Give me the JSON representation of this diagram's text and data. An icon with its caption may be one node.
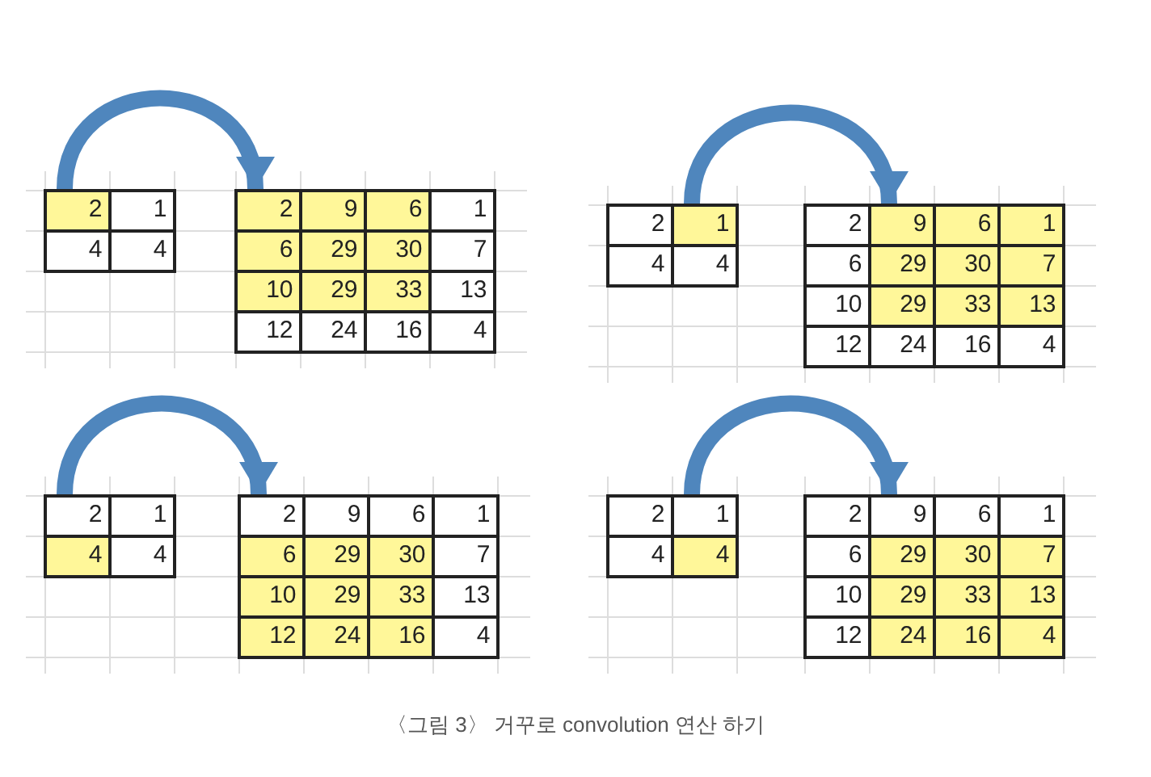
{
  "diagram": {
    "caption": "〈그림 3〉 거꾸로 convolution 연산 하기",
    "nodes": [
      {
        "text": [],
        "shape": "box"
      },
      {
        "text": [
          "2"
        ],
        "in": 0
      },
      {
        "text": [
          "1"
        ],
        "in": 0
      },
      {
        "text": [
          "4"
        ],
        "in": 0
      },
      {
        "text": [
          "4"
        ],
        "in": 0
      },
      {
        "text": [],
        "shape": "box"
      },
      {
        "text": [
          "2"
        ],
        "in": 5
      },
      {
        "text": [
          "9"
        ],
        "in": 5
      },
      {
        "text": [
          "6"
        ],
        "in": 5
      },
      {
        "text": [
          "1"
        ],
        "in": 5
      },
      {
        "text": [
          "6"
        ],
        "in": 5
      },
      {
        "text": [
          "29"
        ],
        "in": 5
      },
      {
        "text": [
          "30"
        ],
        "in": 5
      },
      {
        "text": [
          "7"
        ],
        "in": 5
      },
      {
        "text": [
          "10"
        ],
        "in": 5
      },
      {
        "text": [
          "29"
        ],
        "in": 5
      },
      {
        "text": [
          "33"
        ],
        "in": 5
      },
      {
        "text": [
          "13"
        ],
        "in": 5
      },
      {
        "text": [
          "12"
        ],
        "in": 5
      },
      {
        "text": [
          "24"
        ],
        "in": 5
      },
      {
        "text": [
          "16"
        ],
        "in": 5
      },
      {
        "text": [
          "4"
        ],
        "in": 5
      },
      {
        "text": [],
        "shape": "box"
      },
      {
        "text": [
          "2"
        ],
        "in": 22
      },
      {
        "text": [
          "1"
        ],
        "in": 22
      },
      {
        "text": [
          "4"
        ],
        "in": 22
      },
      {
        "text": [
          "4"
        ],
        "in": 22
      },
      {
        "text": [],
        "shape": "box"
      },
      {
        "text": [
          "2"
        ],
        "in": 27
      },
      {
        "text": [
          "9"
        ],
        "in": 27
      },
      {
        "text": [
          "6"
        ],
        "in": 27
      },
      {
        "text": [
          "1"
        ],
        "in": 27
      },
      {
        "text": [
          "6"
        ],
        "in": 27
      },
      {
        "text": [
          "29"
        ],
        "in": 27
      },
      {
        "text": [
          "30"
        ],
        "in": 27
      },
      {
        "text": [
          "7"
        ],
        "in": 27
      },
      {
        "text": [
          "10"
        ],
        "in": 27
      },
      {
        "text": [
          "29"
        ],
        "in": 27
      },
      {
        "text": [
          "33"
        ],
        "in": 27
      },
      {
        "text": [
          "13"
        ],
        "in": 27
      },
      {
        "text": [
          "12"
        ],
        "in": 27
      },
      {
        "text": [
          "24"
        ],
        "in": 27
      },
      {
        "text": [
          "16"
        ],
        "in": 27
      },
      {
        "text": [
          "4"
        ],
        "in": 27
      },
      {
        "text": [],
        "shape": "box"
      },
      {
        "text": [
          "2"
        ],
        "in": 44
      },
      {
        "text": [
          "1"
        ],
        "in": 44
      },
      {
        "text": [
          "4"
        ],
        "in": 44
      },
      {
        "text": [
          "4"
        ],
        "in": 44
      },
      {
        "text": [],
        "shape": "box"
      },
      {
        "text": [
          "2"
        ],
        "in": 49
      },
      {
        "text": [
          "9"
        ],
        "in": 49
      },
      {
        "text": [
          "6"
        ],
        "in": 49
      },
      {
        "text": [
          "1"
        ],
        "in": 49
      },
      {
        "text": [
          "6"
        ],
        "in": 49
      },
      {
        "text": [
          "29"
        ],
        "in": 49
      },
      {
        "text": [
          "30"
        ],
        "in": 49
      },
      {
        "text": [
          "7"
        ],
        "in": 49
      },
      {
        "text": [
          "10"
        ],
        "in": 49
      },
      {
        "text": [
          "29"
        ],
        "in": 49
      },
      {
        "text": [
          "33"
        ],
        "in": 49
      },
      {
        "text": [
          "13"
        ],
        "in": 49
      },
      {
        "text": [
          "12"
        ],
        "in": 49
      },
      {
        "text": [
          "24"
        ],
        "in": 49
      },
      {
        "text": [
          "16"
        ],
        "in": 49
      },
      {
        "text": [
          "4"
        ],
        "in": 49
      },
      {
        "text": [],
        "shape": "box"
      },
      {
        "text": [
          "2"
        ],
        "in": 66
      },
      {
        "text": [
          "1"
        ],
        "in": 66
      },
      {
        "text": [
          "4"
        ],
        "in": 66
      },
      {
        "text": [
          "4"
        ],
        "in": 66
      },
      {
        "text": [],
        "shape": "box"
      },
      {
        "text": [
          "2"
        ],
        "in": 71
      },
      {
        "text": [
          "9"
        ],
        "in": 71
      },
      {
        "text": [
          "6"
        ],
        "in": 71
      },
      {
        "text": [
          "1"
        ],
        "in": 71
      },
      {
        "text": [
          "6"
        ],
        "in": 71
      },
      {
        "text": [
          "29"
        ],
        "in": 71
      },
      {
        "text": [
          "30"
        ],
        "in": 71
      },
      {
        "text": [
          "7"
        ],
        "in": 71
      },
      {
        "text": [
          "10"
        ],
        "in": 71
      },
      {
        "text": [
          "29"
        ],
        "in": 71
      },
      {
        "text": [
          "33"
        ],
        "in": 71
      },
      {
        "text": [
          "13"
        ],
        "in": 71
      },
      {
        "text": [
          "12"
        ],
        "in": 71
      },
      {
        "text": [
          "24"
        ],
        "in": 71
      },
      {
        "text": [
          "16"
        ],
        "in": 71
      },
      {
        "text": [
          "4"
        ],
        "in": 71
      }
    ],
    "edges": [
      {
        "from": 0,
        "to": 5,
        "arrow": "to"
      },
      {
        "from": 22,
        "to": 27,
        "arrow": "to"
      },
      {
        "from": 44,
        "to": 49,
        "arrow": "to"
      },
      {
        "from": 66,
        "to": 71,
        "arrow": "to"
      }
    ]
  }
}
